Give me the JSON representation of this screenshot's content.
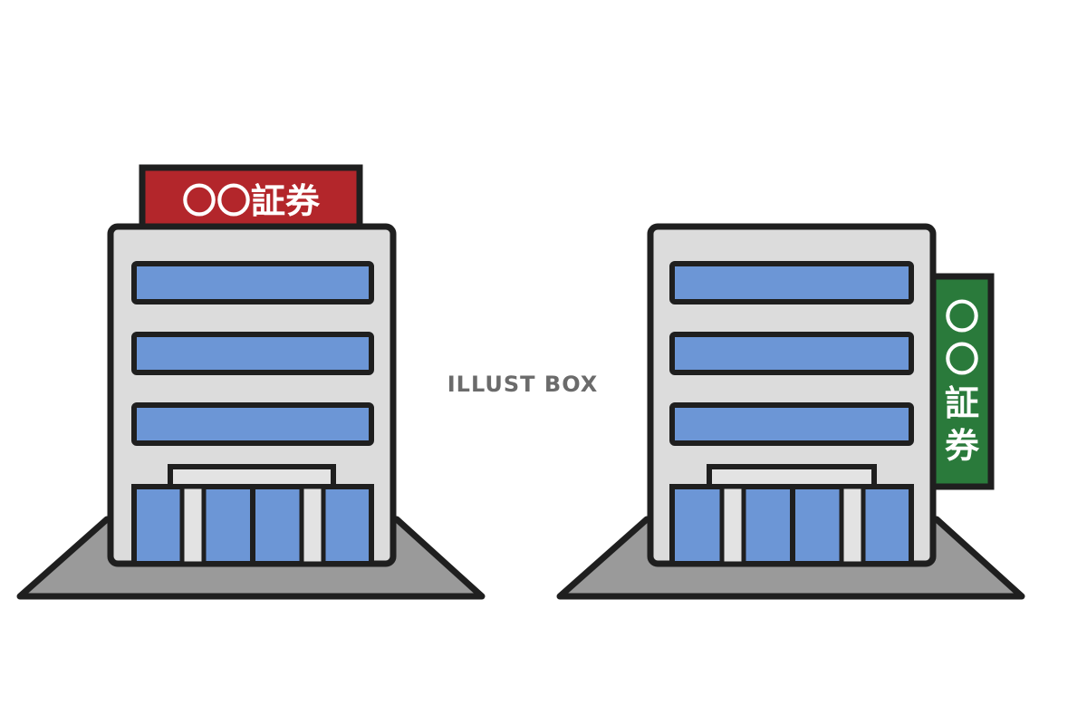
{
  "illustration": {
    "watermark": "ILLUST BOX",
    "buildings": [
      {
        "name": "rooftop-sign-building",
        "sign": {
          "text": "〇〇証券",
          "color": "#b3262b",
          "orientation": "horizontal"
        }
      },
      {
        "name": "side-sign-building",
        "sign": {
          "lines": [
            "〇",
            "〇",
            "証",
            "券"
          ],
          "color": "#2a7a3b",
          "orientation": "vertical"
        }
      }
    ],
    "colors": {
      "outline": "#1f1f1f",
      "wall": "#dcdcdc",
      "window": "#6c96d6",
      "ground": "#9a9a9a",
      "door_frame": "#e3e3e3"
    }
  }
}
